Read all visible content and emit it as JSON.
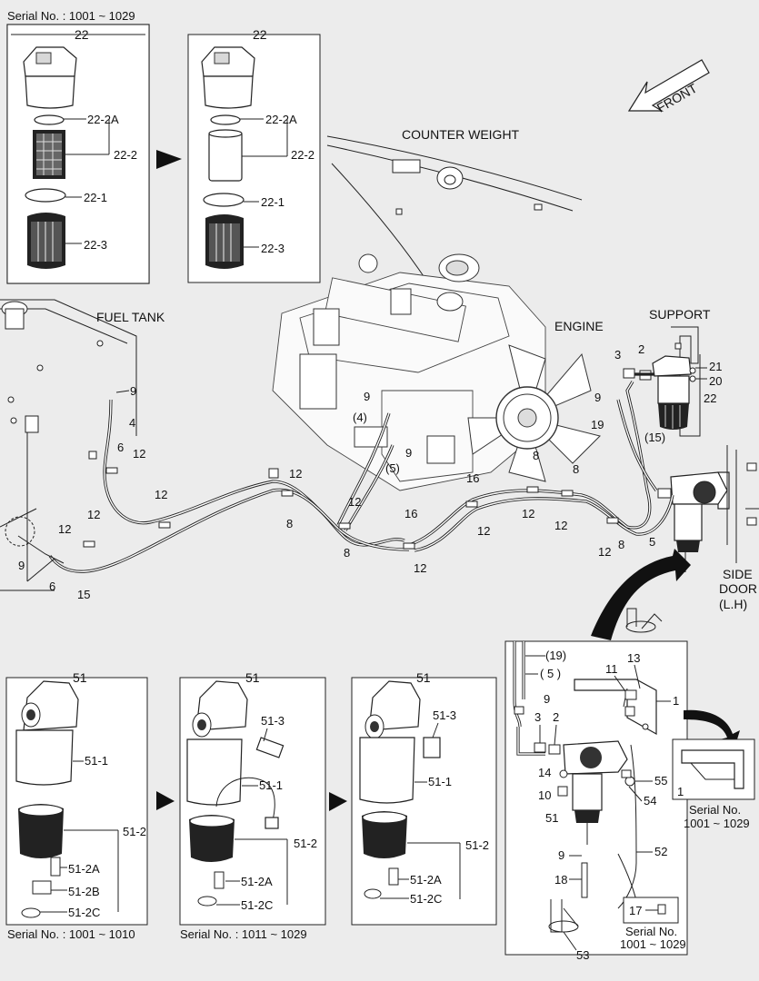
{
  "top_boxes": [
    {
      "serial": "Serial No. : 1001 ~ 1029",
      "title": "22",
      "callouts": [
        "22-2A",
        "22-2",
        "22-1",
        "22-3"
      ]
    },
    {
      "title": "22",
      "callouts": [
        "22-2A",
        "22-2",
        "22-1",
        "22-3"
      ]
    }
  ],
  "main": {
    "front": "FRONT",
    "counter_weight": "COUNTER WEIGHT",
    "fuel_tank": "FUEL TANK",
    "engine": "ENGINE",
    "support": "SUPPORT",
    "side_door": [
      "SIDE",
      "DOOR",
      "(L.H)"
    ],
    "callouts": {
      "c9a": "9",
      "c4": "4",
      "c6a": "6",
      "c12a": "12",
      "c12b": "12",
      "c12c": "12",
      "c12d": "12",
      "c9b": "9",
      "c6b": "6",
      "c15": "15",
      "c12e": "12",
      "c9c": "9",
      "c4p": "(4)",
      "c9d": "9",
      "c5p": "(5)",
      "c8a": "8",
      "c12f": "12",
      "c8b": "8",
      "c16a": "16",
      "c12g": "12",
      "c16b": "16",
      "c12h": "12",
      "c8c": "8",
      "c12i": "12",
      "c8d": "8",
      "c12j": "12",
      "c12k": "12",
      "c8e": "8",
      "c5": "5",
      "c3": "3",
      "c2": "2",
      "c21": "21",
      "c20": "20",
      "c9e": "9",
      "c22": "22",
      "c19": "19",
      "c15p": "(15)"
    }
  },
  "bottom_boxes": [
    {
      "title": "51",
      "serial": "Serial No. : 1001 ~ 1010",
      "callouts": [
        "51-1",
        "51-2",
        "51-2A",
        "51-2B",
        "51-2C"
      ]
    },
    {
      "title": "51",
      "serial": "Serial No. : 1011 ~ 1029",
      "callouts": [
        "51-3",
        "51-1",
        "51-2",
        "51-2A",
        "51-2C"
      ]
    },
    {
      "title": "51",
      "callouts": [
        "51-3",
        "51-1",
        "51-2",
        "51-2A",
        "51-2C"
      ]
    }
  ],
  "detail": {
    "callouts": {
      "d19p": "(19)",
      "d5p": "( 5 )",
      "d9": "9",
      "d3": "3",
      "d2": "2",
      "d11": "11",
      "d13": "13",
      "d1": "1",
      "d14": "14",
      "d10": "10",
      "d51": "51",
      "d55": "55",
      "d54": "54",
      "d9b": "9",
      "d52": "52",
      "d18": "18",
      "d17": "17",
      "d53": "53"
    },
    "inset_a": {
      "label": "1",
      "serial": [
        "Serial No.",
        "1001 ~ 1029"
      ]
    },
    "inset_b": {
      "serial": [
        "Serial No.",
        "1001 ~ 1029"
      ]
    }
  }
}
